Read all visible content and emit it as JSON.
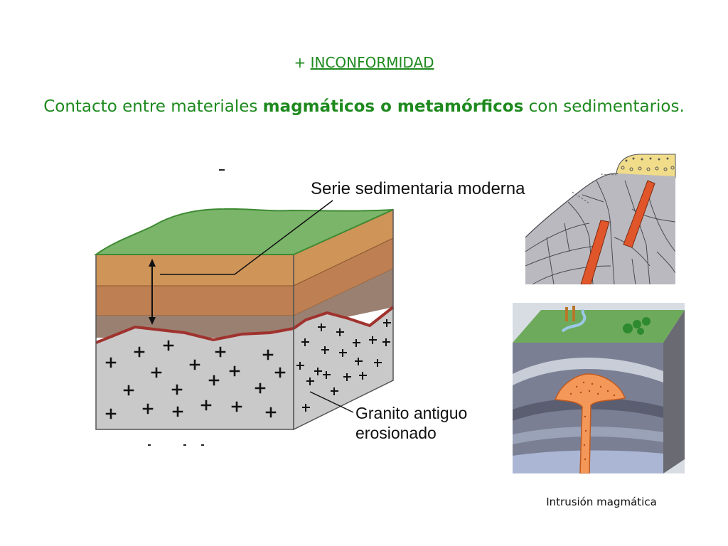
{
  "heading": {
    "prefix": "+",
    "title": "INCONFORMIDAD"
  },
  "definition": {
    "before": "Contacto entre materiales",
    "emphasis": "magmáticos o metamórficos",
    "after": "con sedimentarios."
  },
  "block_diagram": {
    "label_top": "Serie sedimentaria moderna",
    "label_bottom_line1": "Granito antiguo",
    "label_bottom_line2": "erosionado"
  },
  "intrusion_caption": "Intrusión magmática",
  "colors": {
    "title_green": "#1e8a1e",
    "grass": "#7ab56a",
    "sediment_upper": "#cf9458",
    "sediment_middle": "#be7f52",
    "sediment_lower": "#9a8070",
    "granite": "#c9c9c9",
    "unconformity_line": "#a0322e",
    "dike": "#e0562a"
  }
}
